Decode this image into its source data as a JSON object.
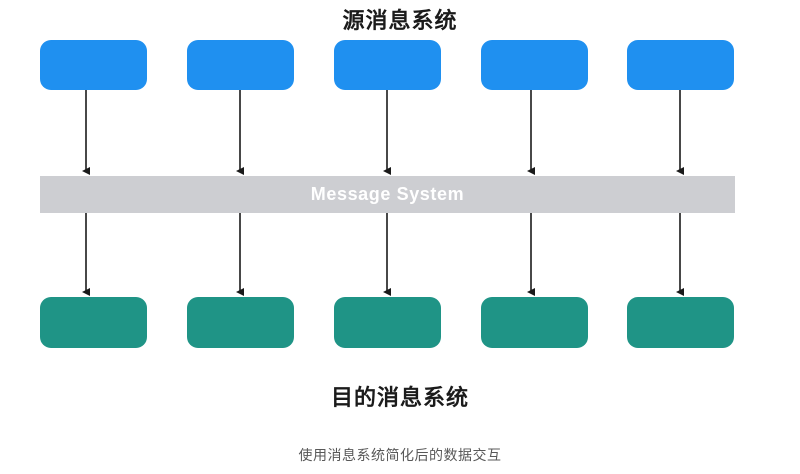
{
  "diagram": {
    "title_top": "源消息系统",
    "title_bottom": "目的消息系统",
    "caption": "使用消息系统简化后的数据交互",
    "bus": {
      "label": "Message System",
      "color": "#cdced2",
      "label_color": "#ffffff"
    },
    "colors": {
      "source_node": "#1f90f0",
      "target_node": "#1f9486",
      "arrow": "#1a1a1a",
      "background": "#ffffff",
      "title_text": "#1b1b1b",
      "caption_text": "#585858"
    },
    "source_nodes": [
      {
        "id": "source-1",
        "label": ""
      },
      {
        "id": "source-2",
        "label": ""
      },
      {
        "id": "source-3",
        "label": ""
      },
      {
        "id": "source-4",
        "label": ""
      },
      {
        "id": "source-5",
        "label": ""
      }
    ],
    "target_nodes": [
      {
        "id": "target-1",
        "label": ""
      },
      {
        "id": "target-2",
        "label": ""
      },
      {
        "id": "target-3",
        "label": ""
      },
      {
        "id": "target-4",
        "label": ""
      },
      {
        "id": "target-5",
        "label": ""
      }
    ],
    "arrow_count_in": 5,
    "arrow_count_out": 5
  }
}
